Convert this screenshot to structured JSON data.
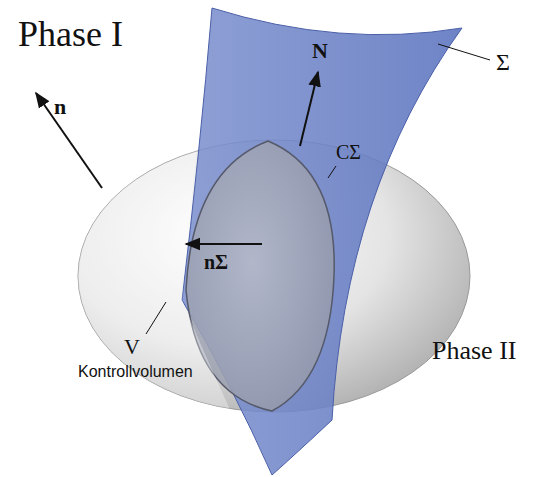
{
  "diagram": {
    "labels": [
      "Phase I",
      "N",
      "Σ",
      "n",
      "nΣ",
      "CΣ",
      "Phase II",
      "V",
      "Kontrollvolumen"
    ]
  }
}
